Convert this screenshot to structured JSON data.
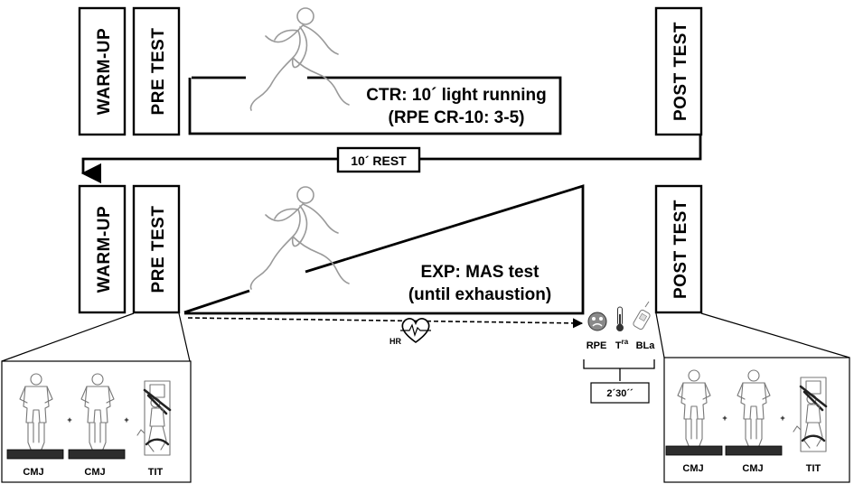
{
  "control": {
    "warmup_label": "WARM-UP",
    "pretest_label": "PRE TEST",
    "posttest_label": "POST TEST",
    "condition_line1": "CTR: 10´ light running",
    "condition_line2": "(RPE CR-10: 3-5)"
  },
  "rest_label": "10´ REST",
  "experimental": {
    "warmup_label": "WARM-UP",
    "pretest_label": "PRE TEST",
    "posttest_label": "POST TEST",
    "condition_line1": "EXP: MAS test",
    "condition_line2": "(until exhaustion)",
    "hr_label": "HR",
    "measures": {
      "rpe": "RPE",
      "temp_prefix": "T",
      "temp_sup": "ra",
      "bla": "BLa"
    },
    "time_label": "2´30´´"
  },
  "pre_tests": [
    "CMJ",
    "CMJ",
    "TIT"
  ],
  "post_tests": [
    "CMJ",
    "CMJ",
    "TIT"
  ],
  "test_separator": "+",
  "icons": [
    "runner-icon",
    "heart-rate-icon",
    "face-icon",
    "thermometer-icon",
    "lactate-meter-icon",
    "force-plate-icon",
    "treadmill-icon"
  ]
}
